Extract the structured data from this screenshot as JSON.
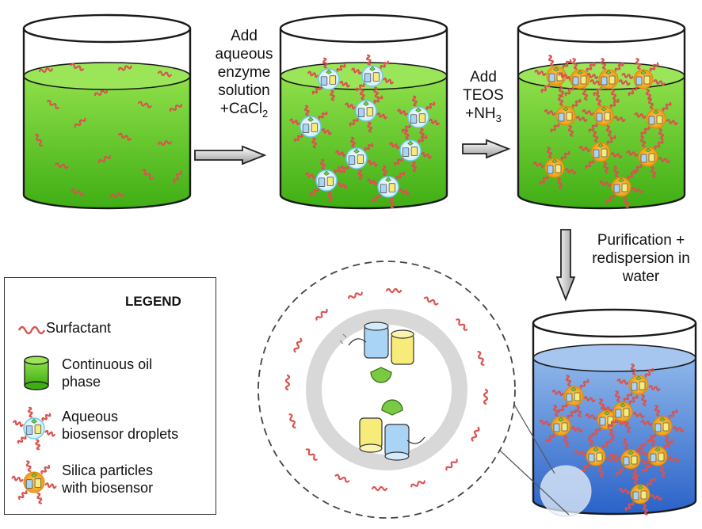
{
  "steps": {
    "step1": [
      "Add",
      "aqueous",
      "enzyme",
      "solution"
    ],
    "step1_salt": "+CaCl",
    "step1_salt_sub": "2",
    "step2": [
      "Add",
      "TEOS"
    ],
    "step2_base": "+NH",
    "step2_base_sub": "3",
    "step3": [
      "Purification +",
      "redispersion in",
      "water"
    ]
  },
  "legend": {
    "title": "LEGEND",
    "surfactant": "Surfactant",
    "oil_phase": [
      "Continuous oil",
      "phase"
    ],
    "droplets": [
      "Aqueous",
      "biosensor droplets"
    ],
    "silica": [
      "Silica particles",
      "with biosensor"
    ]
  },
  "colors": {
    "oil_phase": "#5fcf2a",
    "water_phase": "#3b7dd8",
    "surfactant": "#d9534f",
    "droplet": "#dff4fb",
    "silica": "#f5a623",
    "shell": "#d8d8d8"
  }
}
